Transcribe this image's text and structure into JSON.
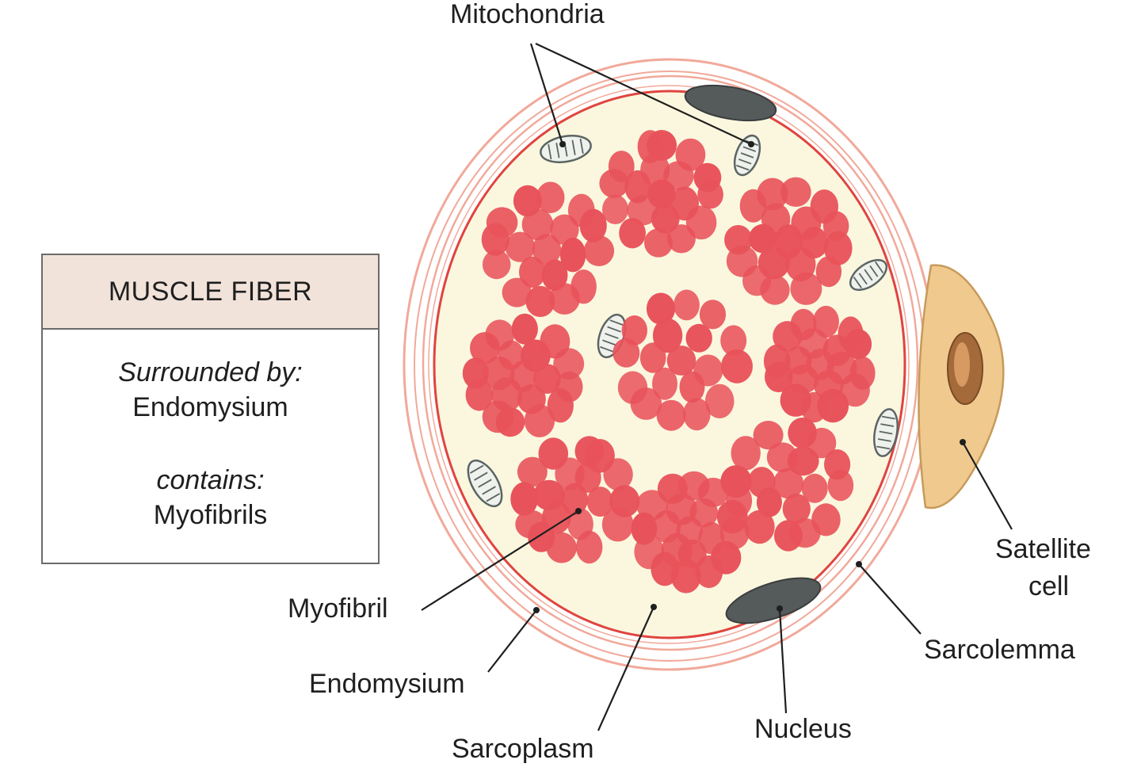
{
  "info_box": {
    "title": "MUSCLE FIBER",
    "surrounded_label": "Surrounded by:",
    "surrounded_value": "Endomysium",
    "contains_label": "contains:",
    "contains_value": "Myofibrils"
  },
  "labels": {
    "mitochondria": "Mitochondria",
    "satellite_cell_line1": "Satellite",
    "satellite_cell_line2": "cell",
    "sarcolemma": "Sarcolemma",
    "nucleus": "Nucleus",
    "sarcoplasm": "Sarcoplasm",
    "endomysium": "Endomysium",
    "myofibril": "Myofibril"
  },
  "colors": {
    "sarcoplasm": "#fbf7df",
    "myofibril": "#e8525a",
    "sarcolemma": "#e0443f",
    "endomysium": "#f1a99a",
    "nucleus": "#555a5a",
    "mitochondrion": "#eef1ec",
    "satellite_cell": "#f0c98e",
    "box_header": "#f2e3da"
  }
}
